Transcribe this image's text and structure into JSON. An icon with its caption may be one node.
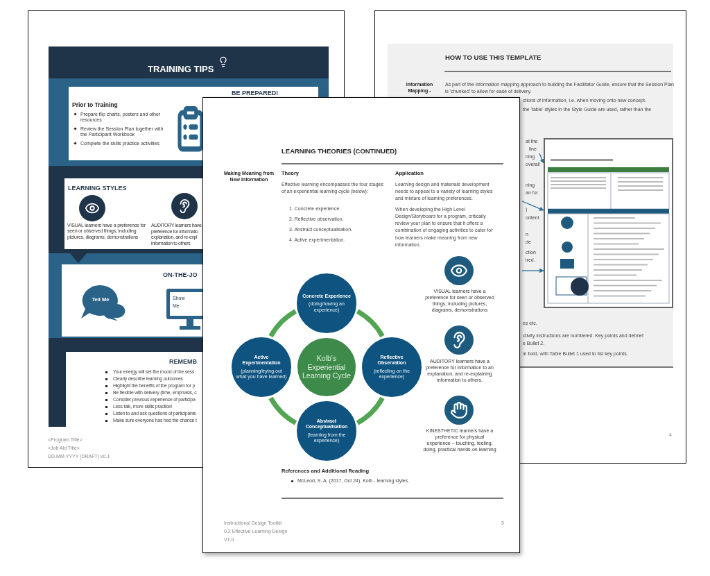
{
  "diagram": {
    "nodes": [
      {
        "text": [
          "Concrete Experience",
          "(doing/having an experience)"
        ]
      },
      {
        "text": [
          "Active Experimentation",
          "(planning/trying out what you have learned)"
        ]
      },
      {
        "text": [
          "Kolb's Experiential Learning Cycle"
        ]
      },
      {
        "text": [
          "Reflective Observation",
          "(reflecting on the experience)"
        ]
      },
      {
        "text": [
          "Abstract Conceptualisation",
          "(learning from the experience)"
        ]
      },
      {
        "text": [],
        "shape": "picture"
      },
      {
        "text": [
          "line"
        ]
      }
    ],
    "edges": [
      {
        "from": 0,
        "to": 3,
        "arrow": "none"
      },
      {
        "from": 3,
        "to": 4,
        "arrow": "none"
      },
      {
        "from": 4,
        "to": 1,
        "arrow": "none"
      },
      {
        "from": 1,
        "to": 0,
        "arrow": "none"
      },
      {
        "from": 6,
        "to": 5,
        "arrow": "to"
      },
      {
        "from": null,
        "to": 5,
        "arrow": "to"
      },
      {
        "from": null,
        "to": 5,
        "arrow": "to"
      }
    ],
    "labels": [
      "TRAINING TIPS",
      "BE PREPARED!",
      "Prior to Training",
      "Prepare flip charts, posters and other resources",
      "Review the Session Plan together with the Participant Workbook",
      "Complete the skills practice activities",
      "LEARNING STYLES",
      "VISUAL learners have a preference for seen or observed things, including pictures, diagrams, demonstrations",
      "AUDITORY learners have",
      "preference for informatio",
      "explanation, and re-expl",
      "information to others",
      "ON-THE-JO",
      "Tell Me",
      "Show Me",
      "REMEMB",
      "Your energy will set the mood of the sess",
      "Clearly describe learning outcomes",
      "Highlight the benefits of the program for p",
      "Be flexible with delivery (time, emphasis, c",
      "Consider previous experience of participa",
      "Less talk, more skills practice!",
      "Listen to and ask questions of participants",
      "Make sure everyone has had the chance t",
      "<Program Title>",
      "<Job Aid Title>",
      "DD.MM.YYYY (DRAFT) v0.1",
      "HOW TO USE THIS TEMPLATE",
      "Information Mapping -",
      "As part of the information mapping approach to building the Facilitator Guide, ensure that the Session Plan is 'chunked' to allow for ease of delivery.",
      "ctions of information, i.e. when moving onto new concept.",
      "the 'table' styles in the Style Guide are used, rather than the",
      "at the",
      "ning",
      "overall",
      "ning",
      "an for",
      ")",
      "ontent",
      "n",
      "de",
      "ction",
      "ired.",
      "es etc.",
      "ctivity instructions are numbered. Key points and debrief",
      "e Bullet 2.",
      "in bold, with Table Bullet 1 used to list key points.",
      "4",
      "LEARNING THEORIES (CONTINUED)",
      "Making Meaning from New Information",
      "Theory",
      "Effective learning encompasses the four stages of an experiential learning cycle (below):",
      "1.  Concrete experience.",
      "2.  Reflective observation.",
      "3.  Abstract conceptualisation.",
      "4.  Active experimentation.",
      "Application",
      "Learning design and materials development needs to appeal to a variety of learning styles and mixture of learning preferences.",
      "When developing the High Level Design/Storyboard for a program, critically review your plan to ensure that it offers a combination of engaging activities to cater for how learners make meaning from new information.",
      "VISUAL learners have a preference for seen or observed things, including pictures, diagrams, demonstrations",
      "AUDITORY learners have a preference for information to an explanation, and re-explaining information to others.",
      "KINESTHETIC learners have a preference for physical experience – touching, feeling, doing, practical hands-on learning",
      "References and Additional Reading",
      "McLeod, S. A. (2017, Oct 24). Kolb - learning styles.",
      "Instructional Design Toolkit",
      "0.2 Effective Learning Design",
      "V1.0",
      "5"
    ]
  }
}
